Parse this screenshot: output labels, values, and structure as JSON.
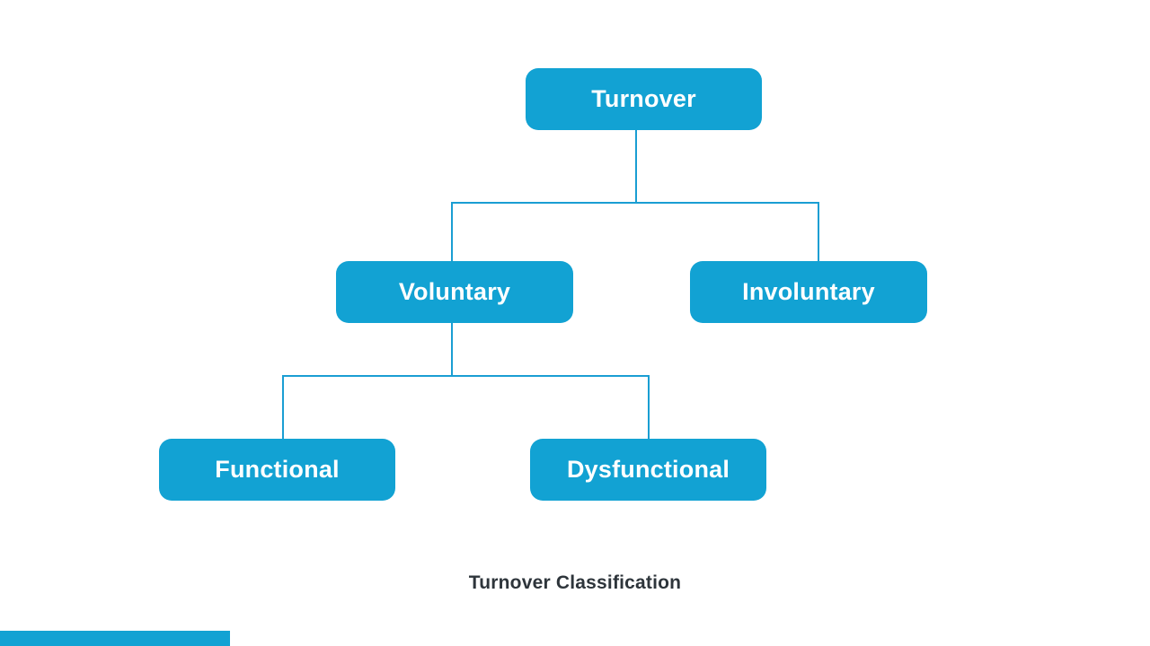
{
  "diagram": {
    "caption": "Turnover Classification",
    "nodes": {
      "turnover": "Turnover",
      "voluntary": "Voluntary",
      "involuntary": "Involuntary",
      "functional": "Functional",
      "dysfunctional": "Dysfunctional"
    },
    "hierarchy": [
      {
        "parent": "Turnover",
        "children": [
          "Voluntary",
          "Involuntary"
        ]
      },
      {
        "parent": "Voluntary",
        "children": [
          "Functional",
          "Dysfunctional"
        ]
      }
    ],
    "colors": {
      "node_fill": "#12a2d3",
      "node_text": "#ffffff",
      "connector": "#1a9ed3",
      "caption_text": "#2e353b",
      "background": "#ffffff",
      "bottom_bar": "#12a2d3"
    }
  }
}
